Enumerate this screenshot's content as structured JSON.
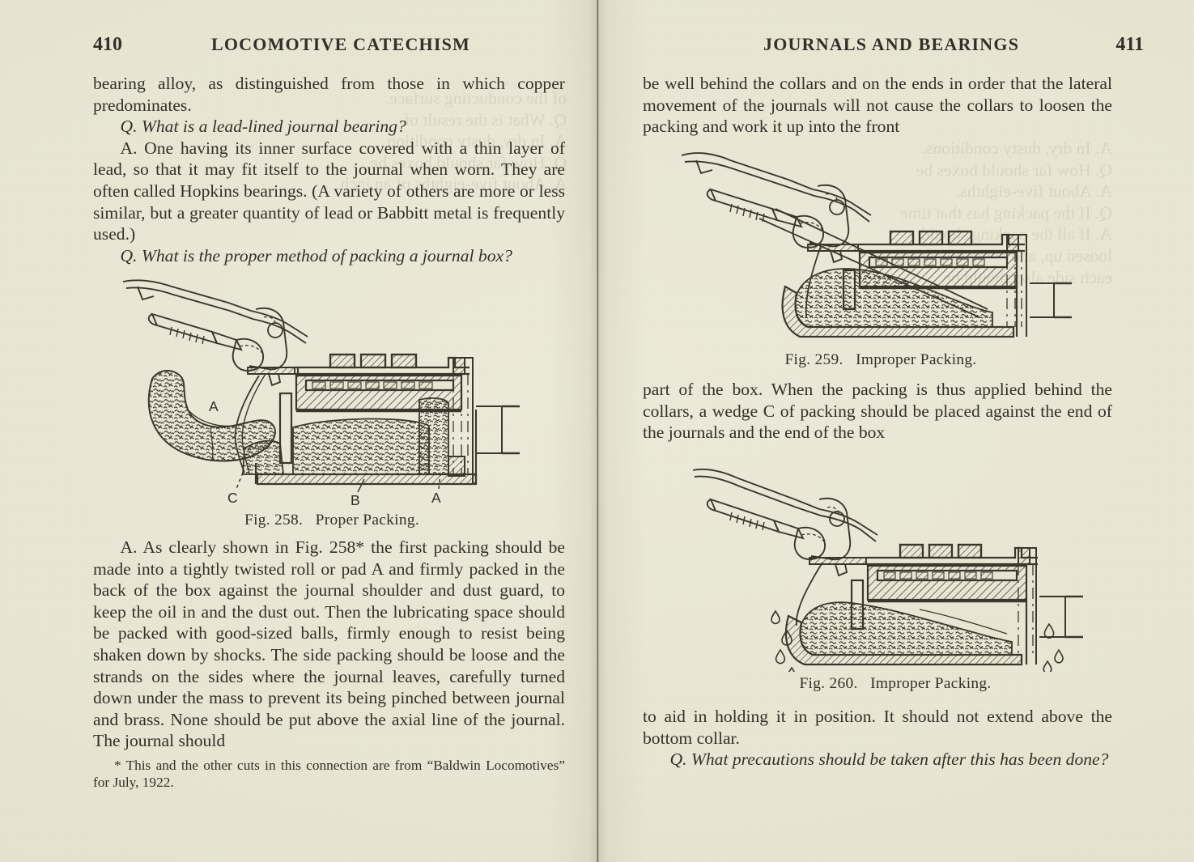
{
  "book": {
    "left_page": {
      "folio": "410",
      "running_head": "LOCOMOTIVE CATECHISM"
    },
    "right_page": {
      "folio": "411",
      "running_head": "JOURNALS AND BEARINGS"
    }
  },
  "left_column": {
    "para_continued": "bearing alloy, as distinguished from those in which copper predominates.",
    "q1": "Q. What is a lead-lined journal bearing?",
    "a1": "A. One having its inner surface covered with a thin layer of lead, so that it may fit itself to the journal when worn.   They are often called Hopkins bearings.   (A variety of others are more or less similar, but a greater quantity of lead or Babbitt metal is frequently used.)",
    "q2": "Q. What is the proper method of packing a journal box?",
    "a2": "A. As clearly shown in Fig. 258* the first packing should be made into a tightly twisted roll or pad A and firmly packed in the back of the box against the journal shoulder and dust guard, to keep the oil in and the dust out.   Then the lubricating space should be packed with good-sized balls, firmly enough to resist being shaken down by shocks.   The side packing should be loose and the strands on the sides where the journal leaves, carefully turned down under the mass to prevent its being pinched between journal and brass.   None should be put above the axial line of the journal.   The journal should",
    "footnote": "* This and the other cuts in this connection are from “Baldwin Locomotives” for July, 1922."
  },
  "right_column": {
    "para_continued": "be well behind the collars and on the ends in order that the lateral movement of the journals will not cause the collars to loosen the packing and work it up into the front",
    "para_mid": "part of the box.   When the packing is thus applied behind the collars, a wedge C of packing should be placed against the end of the journals and the end of the box",
    "para_end": "to aid in holding it in position.   It should not extend above the bottom collar.",
    "q_final": "Q. What precautions should be taken after this has been done?"
  },
  "figures": [
    {
      "id": "fig-258",
      "number": "Fig. 258.",
      "title": "Proper Packing.",
      "caption": "Fig. 258.   Proper Packing.",
      "labels": [
        "A",
        "B",
        "C",
        "A"
      ],
      "description": "Sectional view of a journal box properly packed, with a crescent-shaped twisted packing pad A shown separately at the left"
    },
    {
      "id": "fig-259",
      "number": "Fig. 259.",
      "title": "Improper Packing.",
      "caption": "Fig. 259.   Improper Packing.",
      "labels": [],
      "description": "Sectional view of a journal box with packing sagging below the journal, strands drawn up behind the collars"
    },
    {
      "id": "fig-260",
      "number": "Fig. 260.",
      "title": "Improper Packing.",
      "caption": "Fig. 260.   Improper Packing.",
      "labels": [],
      "description": "Sectional view of a journal box with packing settled to the bottom and oil dripping out at both ends"
    }
  ],
  "colors": {
    "paper": "#e8e5d3",
    "ink": "#332f28",
    "gutter_line": "#463f2e",
    "figure_ink": "#3a362c"
  }
}
